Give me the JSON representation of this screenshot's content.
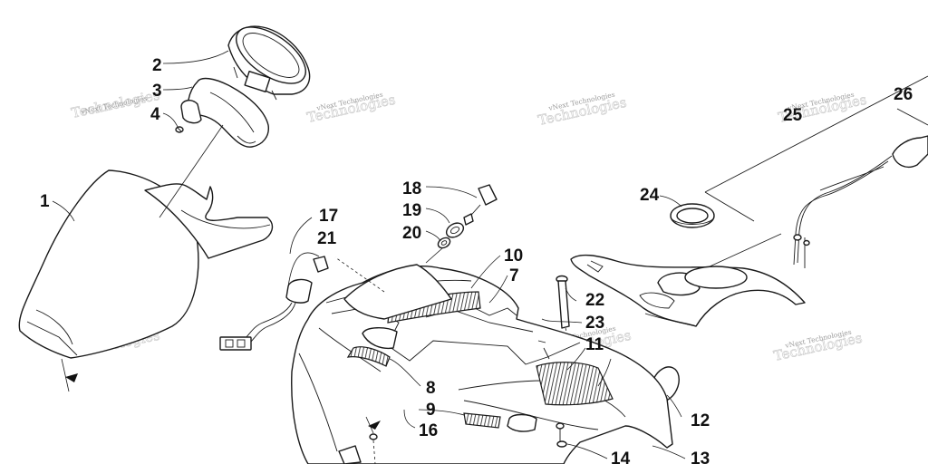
{
  "colors": {
    "line": "#1a1a1a",
    "watermark": "#9a9a9a",
    "background": "#ffffff"
  },
  "watermark_text": "vNext Technologies",
  "callouts": [
    "1",
    "2",
    "3",
    "4",
    "7",
    "8",
    "9",
    "10",
    "11",
    "12",
    "13",
    "14",
    "16",
    "17",
    "18",
    "19",
    "20",
    "21",
    "22",
    "23",
    "24",
    "25",
    "26"
  ],
  "parts": [
    "headlight-pod",
    "speedometer-gauge",
    "gauge-bracket",
    "bracket-screw",
    "center-hood-panel",
    "rear-tread-pad",
    "front-tread-pad",
    "main-body-panel",
    "rear-tread-pad-large",
    "side-panel-cover",
    "grommet",
    "fuel-tank-cover",
    "screw-pin",
    "key",
    "ignition-switch",
    "switch-nut",
    "wiring-harness",
    "connector-plug",
    "tank-cap-gasket",
    "throttle-cable",
    "cable-sheath"
  ]
}
